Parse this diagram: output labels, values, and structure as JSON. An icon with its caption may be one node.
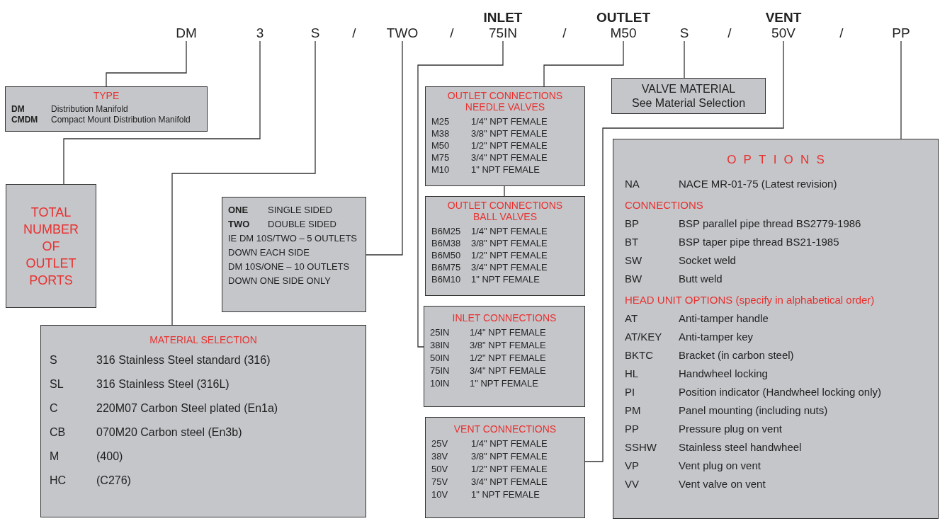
{
  "diagram": {
    "nodes": [
      {
        "text": [
          "DM"
        ]
      },
      {
        "text": [
          "3"
        ]
      },
      {
        "text": [
          "S"
        ]
      },
      {
        "text": [
          "TWO"
        ]
      },
      {
        "text": [
          "INLET",
          "75IN"
        ]
      },
      {
        "text": [
          "OUTLET",
          "M50"
        ]
      },
      {
        "text": [
          "S"
        ]
      },
      {
        "text": [
          "VENT",
          "50V"
        ]
      },
      {
        "text": [
          "PP"
        ]
      },
      {
        "text": [
          "TYPE",
          "DM",
          "Distribution Manifold",
          "CMDM",
          "Compact Mount Distribution Manifold"
        ]
      },
      {
        "text": [
          "OUTLET CONNECTIONS NEEDLE VALVES",
          "M25",
          "1/4\" NPT FEMALE",
          "M38",
          "3/8\" NPT FEMALE",
          "M50",
          "1/2\" NPT FEMALE",
          "M75",
          "3/4\" NPT FEMALE",
          "M10",
          "1\" NPT FEMALE"
        ]
      },
      {
        "text": [
          "VALVE MATERIAL",
          "See Material Selection"
        ]
      },
      {
        "text": [
          "OPTIONS",
          "NA",
          "NACE MR-01-75 (Latest revision)",
          "CONNECTIONS",
          "BP",
          "BSP parallel pipe thread BS2779-1986",
          "BT",
          "BSP taper pipe thread BS21-1985",
          "SW",
          "Socket weld",
          "BW",
          "Butt weld",
          "HEAD UNIT OPTIONS (specify in alphabetical order)",
          "AT",
          "Anti-tamper handle",
          "AT/KEY",
          "Anti-tamper key",
          "BKTC",
          "Bracket (in carbon steel)",
          "HL",
          "Handwheel locking",
          "PI",
          "Position indicator (Handwheel locking only)",
          "PM",
          "Panel mounting (including nuts)",
          "PP",
          "Pressure plug on vent",
          "SSHW",
          "Stainless steel handwheel",
          "VP",
          "Vent plug on vent",
          "VV",
          "Vent valve on vent"
        ]
      },
      {
        "text": [
          "TOTAL NUMBER OF OUTLET PORTS"
        ]
      },
      {
        "text": [
          "ONE",
          "SINGLE SIDED",
          "TWO",
          "DOUBLE SIDED",
          "IE DM 10S/TWO – 5 OUTLETS DOWN EACH SIDE",
          "DM 10S/ONE – 10 OUTLETS DOWN ONE SIDE ONLY"
        ]
      },
      {
        "text": [
          "OUTLET CONNECTIONS BALL VALVES",
          "B6M25",
          "1/4\" NPT FEMALE",
          "B6M38",
          "3/8\" NPT FEMALE",
          "B6M50",
          "1/2\" NPT FEMALE",
          "B6M75",
          "3/4\" NPT FEMALE",
          "B6M10",
          "1\" NPT FEMALE"
        ]
      },
      {
        "text": [
          "INLET CONNECTIONS",
          "25IN",
          "1/4\" NPT FEMALE",
          "38IN",
          "3/8\" NPT FEMALE",
          "50IN",
          "1/2\" NPT FEMALE",
          "75IN",
          "3/4\" NPT FEMALE",
          "10IN",
          "1\" NPT FEMALE"
        ]
      },
      {
        "text": [
          "MATERIAL SELECTION",
          "S",
          "316 Stainless Steel standard (316)",
          "SL",
          "316 Stainless Steel (316L)",
          "C",
          "220M07 Carbon Steel plated (En1a)",
          "CB",
          "070M20 Carbon steel (En3b)",
          "M",
          "(400)",
          "HC",
          "(C276)"
        ]
      },
      {
        "text": [
          "VENT CONNECTIONS",
          "25V",
          "1/4\" NPT FEMALE",
          "38V",
          "3/8\" NPT FEMALE",
          "50V",
          "1/2\" NPT FEMALE",
          "75V",
          "3/4\" NPT FEMALE",
          "10V",
          "1\" NPT FEMALE"
        ]
      }
    ],
    "edges": [
      {
        "from": 0,
        "to": 9,
        "arrow": "none"
      },
      {
        "from": 1,
        "to": 13,
        "arrow": "none"
      },
      {
        "from": 2,
        "to": 17,
        "arrow": "none"
      },
      {
        "from": 3,
        "to": 14,
        "arrow": "none"
      },
      {
        "from": 4,
        "to": 16,
        "arrow": "none"
      },
      {
        "from": 5,
        "to": 10,
        "arrow": "none"
      },
      {
        "from": 6,
        "to": 11,
        "arrow": "none"
      },
      {
        "from": 7,
        "to": 18,
        "arrow": "none"
      },
      {
        "from": 8,
        "to": 12,
        "arrow": "none"
      },
      {
        "from": 10,
        "to": 15,
        "arrow": "none"
      }
    ],
    "labels": [
      "/",
      "/",
      "/",
      "/",
      "/"
    ]
  }
}
